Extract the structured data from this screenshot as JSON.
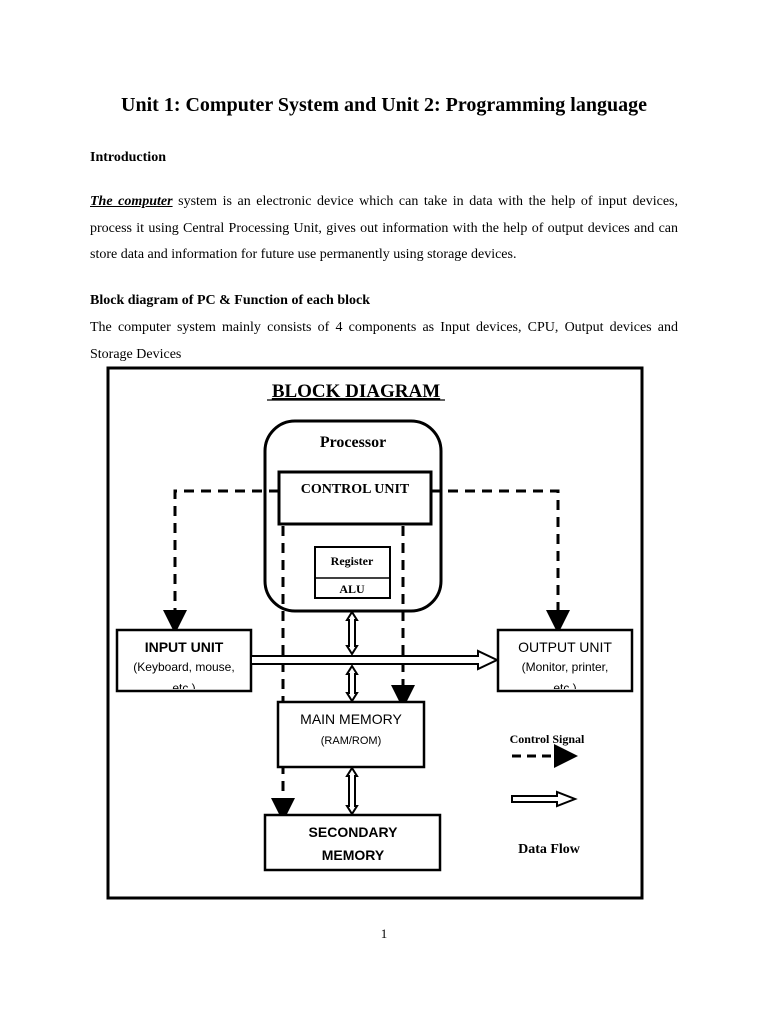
{
  "title": "Unit 1: Computer System and Unit 2: Programming language",
  "intro_heading": "Introduction",
  "intro": {
    "lead": "The computer",
    "text": " system is an electronic device which can take in data with the help of input devices, process it using Central Processing Unit, gives out information with the help of output devices and can store data and information for future use permanently using storage devices."
  },
  "block_heading": "Block diagram of PC & Function of each block",
  "block_text": "The computer system mainly consists of 4 components as Input devices, CPU, Output devices and Storage Devices",
  "diagram": {
    "title": "BLOCK DIAGRAM",
    "processor": "Processor",
    "control_unit": "CONTROL UNIT",
    "register": "Register",
    "alu": "ALU",
    "input_unit": "INPUT UNIT",
    "input_sub1": "(Keyboard, mouse,",
    "input_sub2": "etc.)",
    "output_unit": "OUTPUT UNIT",
    "output_sub1": "(Monitor, printer,",
    "output_sub2": "etc.)",
    "main_memory": "MAIN MEMORY",
    "main_memory_sub": "(RAM/ROM)",
    "secondary1": "SECONDARY",
    "secondary2": "MEMORY",
    "legend_control": "Control Signal",
    "legend_data": "Data Flow"
  },
  "page_number": "1"
}
